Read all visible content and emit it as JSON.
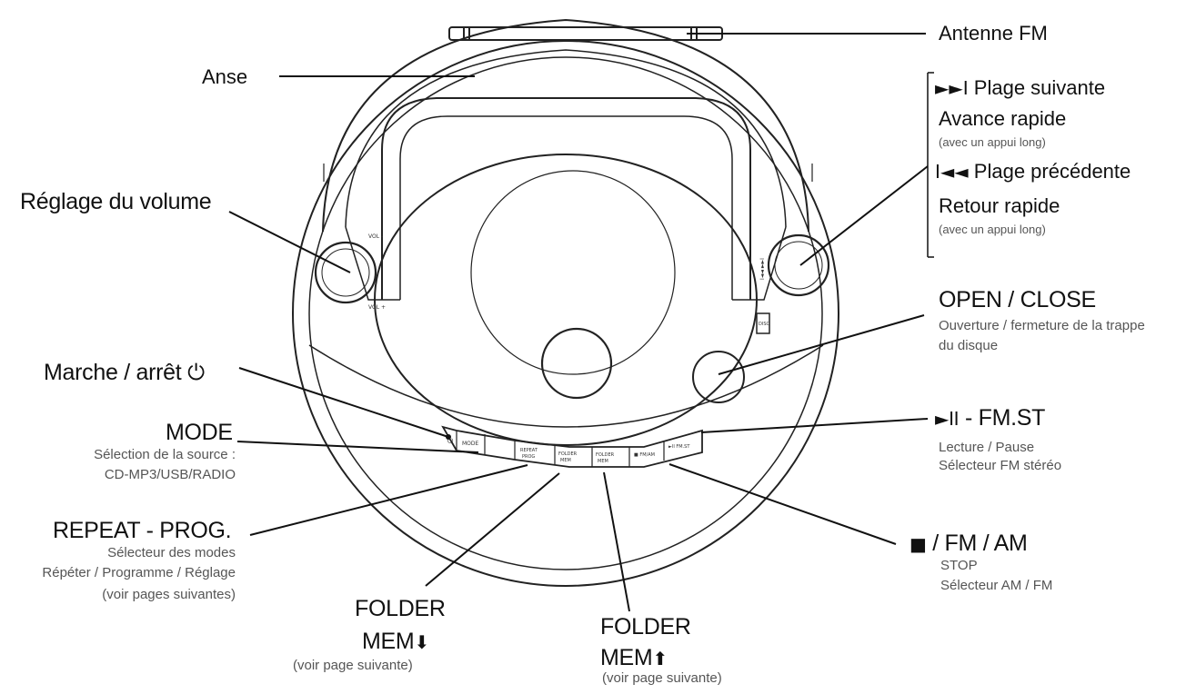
{
  "labels": {
    "antenna": "Antenne FM",
    "handle": "Anse",
    "volume": "Réglage du volume",
    "next_symbol": "►►I",
    "next_label": "Plage suivante",
    "fast_forward": "Avance rapide",
    "long_press_1": "(avec un appui long)",
    "prev_symbol": "I◄◄",
    "prev_label": "Plage précédente",
    "rewind": "Retour rapide",
    "long_press_2": "(avec un appui long)",
    "open_close": "OPEN / CLOSE",
    "open_close_desc_1": "Ouverture / fermeture de la trappe",
    "open_close_desc_2": "du disque",
    "power": "Marche / arrêt",
    "power_symbol": "⏻",
    "mode": "MODE",
    "mode_desc_1": "Sélection de la source :",
    "mode_desc_2": "CD-MP3/USB/RADIO",
    "play_symbol": "►II",
    "play_label": "- FM.ST",
    "play_desc_1": "Lecture / Pause",
    "play_desc_2": "Sélecteur FM stéréo",
    "repeat": "REPEAT - PROG.",
    "repeat_desc_1": "Sélecteur des modes",
    "repeat_desc_2": "Répéter / Programme / Réglage",
    "repeat_desc_3": "(voir pages suivantes)",
    "stop_symbol": "■",
    "stop_label": "/ FM / AM",
    "stop_desc_1": "STOP",
    "stop_desc_2": "Sélecteur AM / FM",
    "folder_down_1": "FOLDER",
    "folder_down_2": "MEM",
    "folder_down_arrow": "⬇",
    "folder_down_note": "(voir page suivante)",
    "folder_up_1": "FOLDER",
    "folder_up_2": "MEM",
    "folder_up_arrow": "⬆",
    "folder_up_note": "(voir page suivante)"
  },
  "device": {
    "vol_minus": "VOL -",
    "vol_plus": "VOL +",
    "skip_text": "I◄◄ ►►I",
    "btn_power": "⏻",
    "btn_mode": "MODE",
    "btn_repeat_1": "REPEAT",
    "btn_repeat_2": "PROG",
    "btn_folder_down_1": "FOLDER",
    "btn_folder_down_2": "MEM",
    "btn_folder_up_1": "FOLDER",
    "btn_folder_up_2": "MEM",
    "btn_stop": "■ FM/AM",
    "btn_play": "►II FM.ST",
    "disc_logo": "DISC"
  },
  "colors": {
    "ink": "#111111",
    "note": "#555555",
    "background": "#ffffff"
  }
}
